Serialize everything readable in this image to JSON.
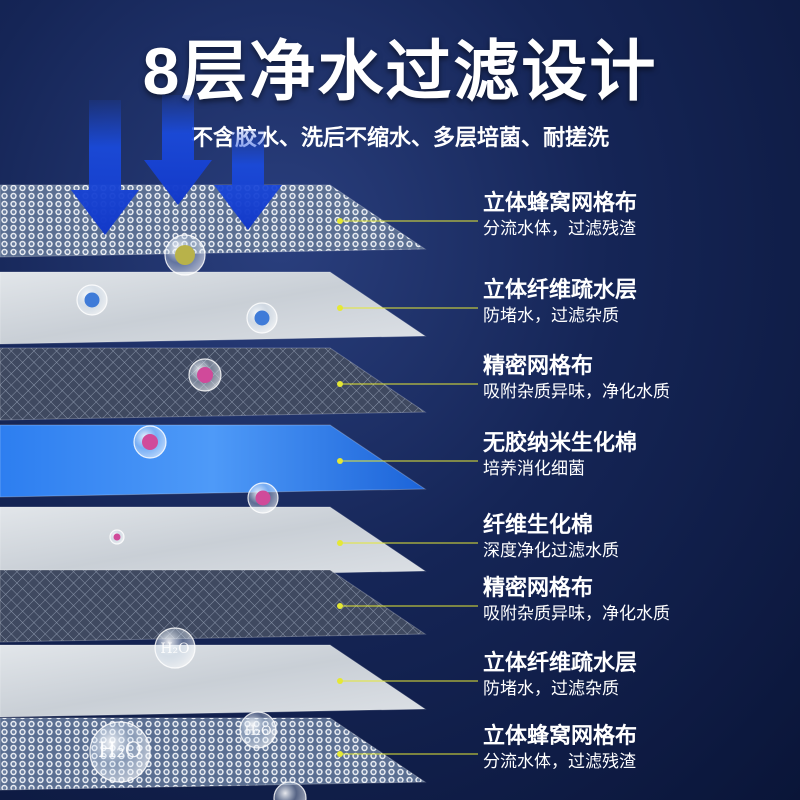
{
  "title": "8层净水过滤设计",
  "subtitle": "不含胶水、洗后不缩水、多层培菌、耐搓洗",
  "colors": {
    "background": "#152556",
    "arrow": "#1a4be0",
    "leader_line": "#e5e835",
    "text": "#ffffff"
  },
  "layers": [
    {
      "name": "立体蜂窝网格布",
      "desc": "分流水体，过滤残渣",
      "texture": "honeycomb-mesh"
    },
    {
      "name": "立体纤维疏水层",
      "desc": "防堵水，过滤杂质",
      "texture": "light-fiber"
    },
    {
      "name": "精密网格布",
      "desc": "吸附杂质异味，净化水质",
      "texture": "dark-grid"
    },
    {
      "name": "无胶纳米生化棉",
      "desc": "培养消化细菌",
      "texture": "blue-foam"
    },
    {
      "name": "纤维生化棉",
      "desc": "深度净化过滤水质",
      "texture": "light-fiber"
    },
    {
      "name": "精密网格布",
      "desc": "吸附杂质异味，净化水质",
      "texture": "dark-grid"
    },
    {
      "name": "立体纤维疏水层",
      "desc": "防堵水，过滤杂质",
      "texture": "light-fiber"
    },
    {
      "name": "立体蜂窝网格布",
      "desc": "分流水体，过滤残渣",
      "texture": "honeycomb-mesh"
    }
  ],
  "bubble_label": "H₂O"
}
